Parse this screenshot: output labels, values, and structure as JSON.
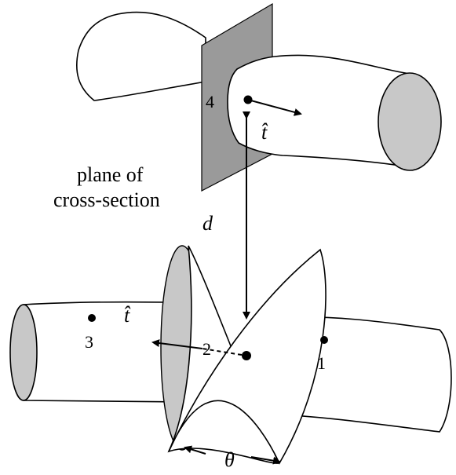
{
  "labels": {
    "plane_line1": "plane of",
    "plane_line2": "cross-section",
    "distance": "d",
    "tangent_top": "t̂",
    "tangent_bottom": "t̂",
    "angle": "θ",
    "point_1": "1",
    "point_2": "2",
    "point_3": "3",
    "point_4": "4"
  },
  "colors": {
    "tube_fill": "#ffffff",
    "tube_end": "#c8c8c8",
    "plane_fill": "#9a9a9a",
    "stroke": "#000000"
  }
}
